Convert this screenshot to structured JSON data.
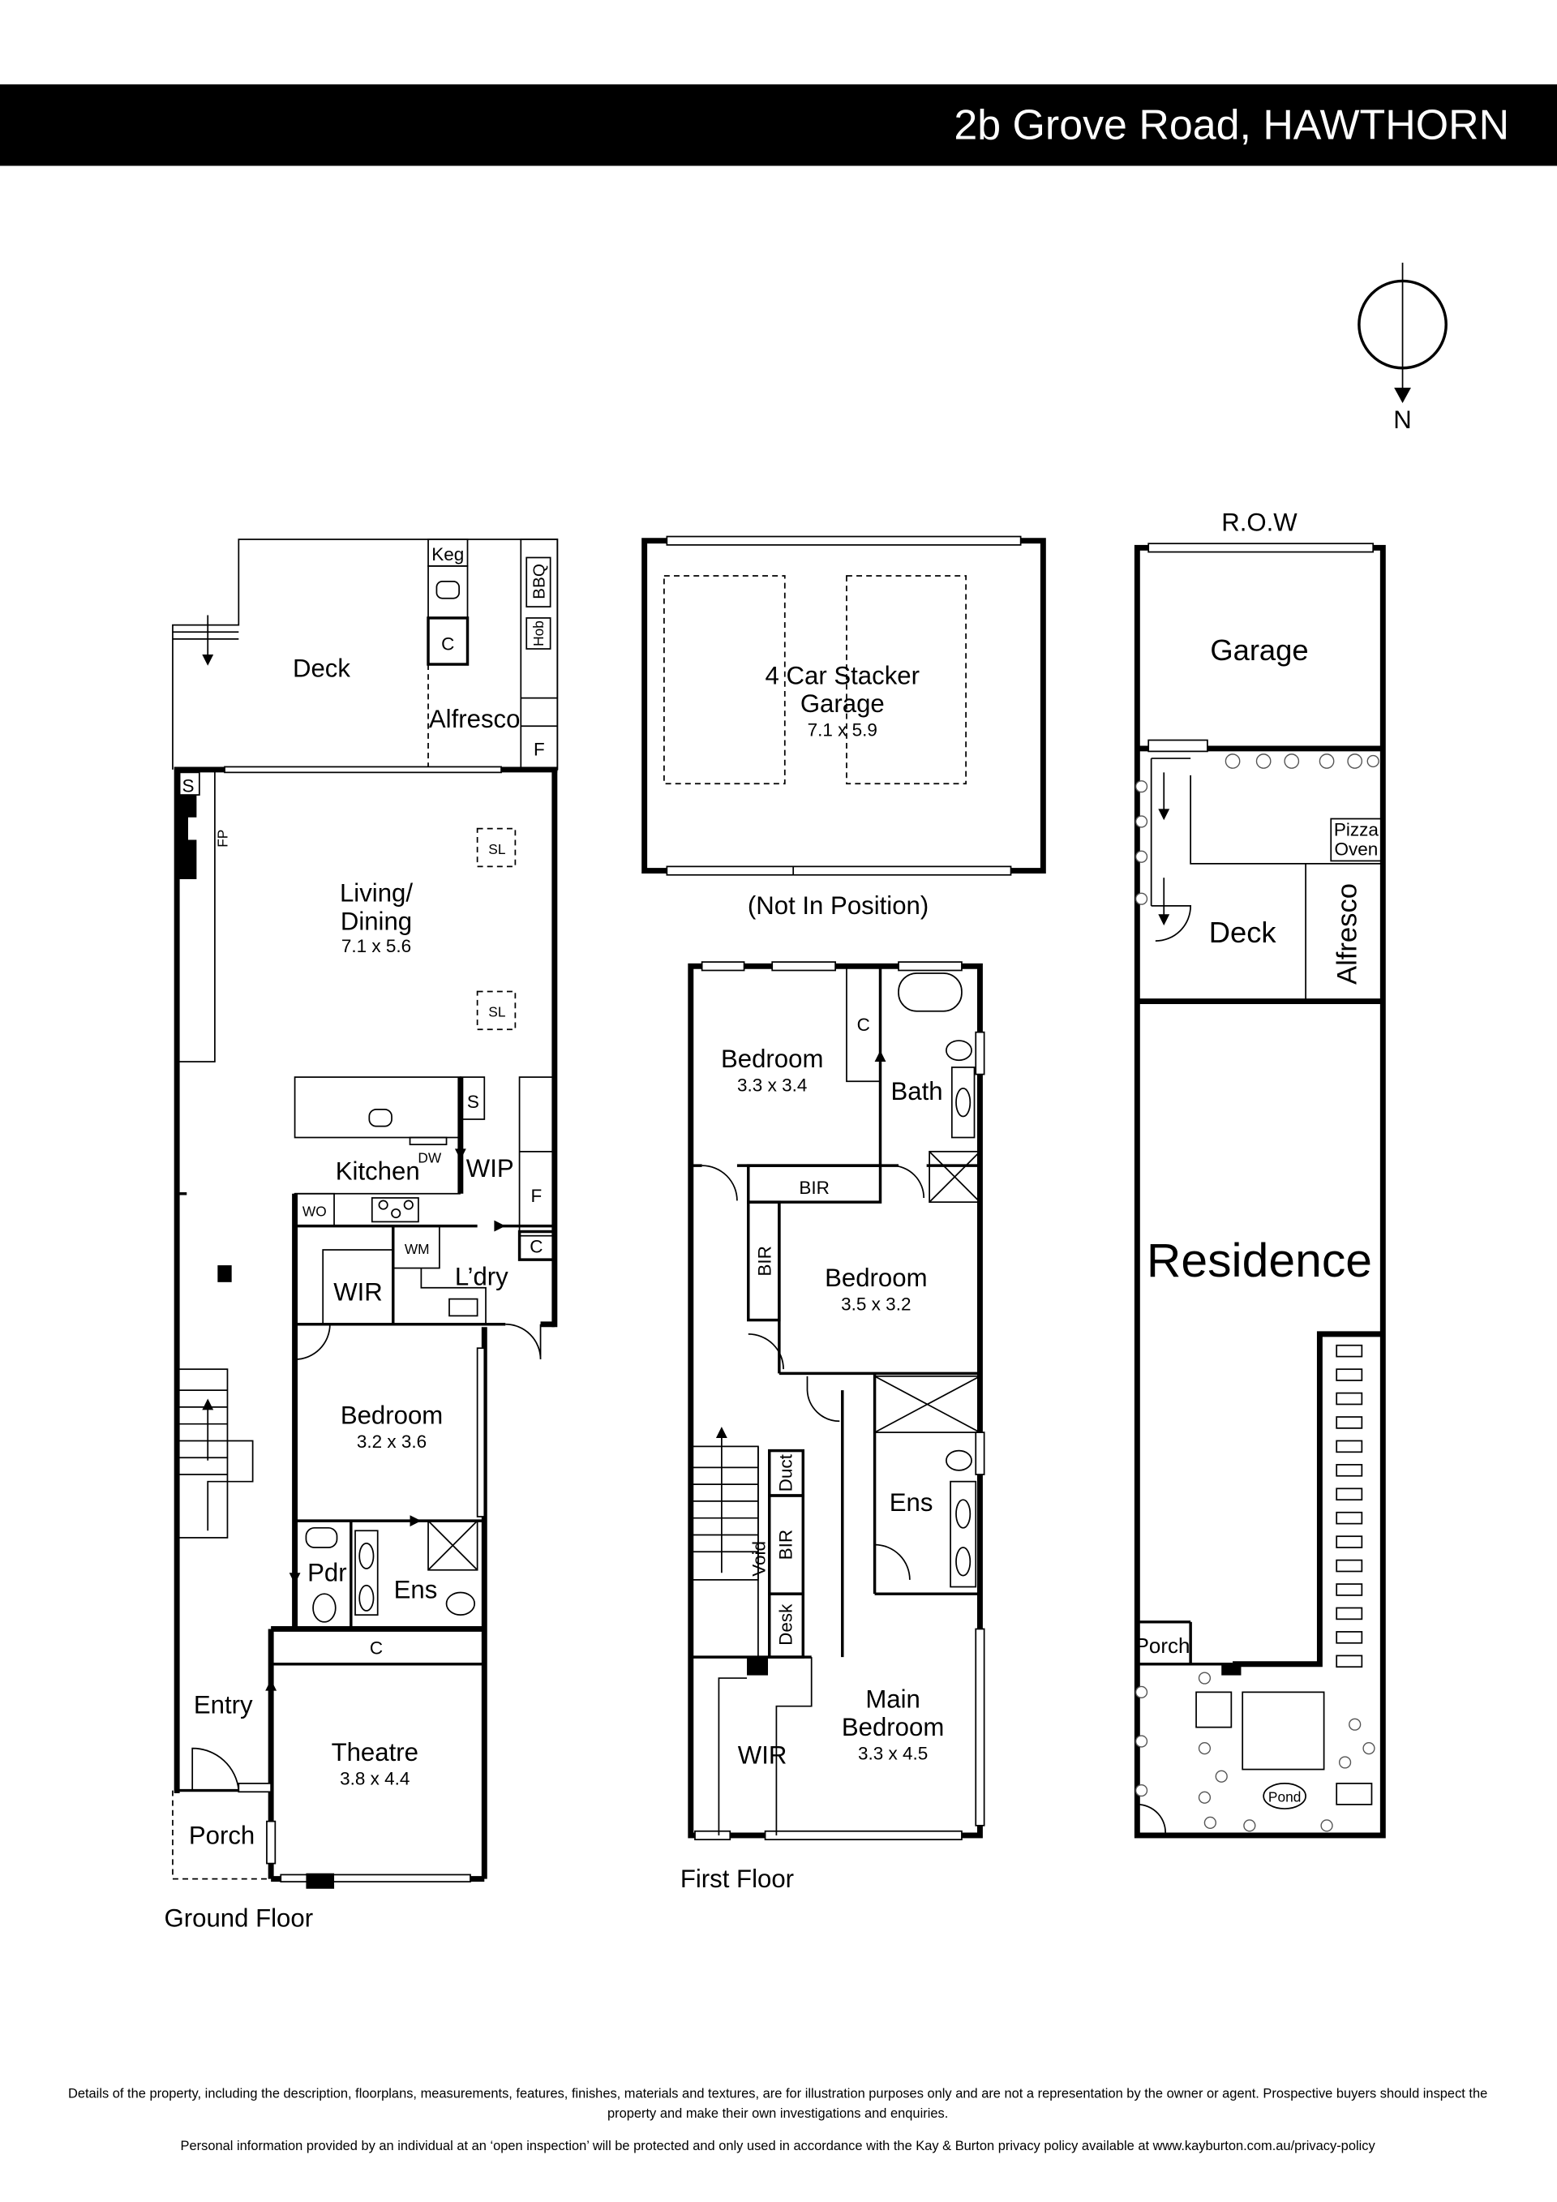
{
  "header": {
    "title": "2b Grove Road, HAWTHORN",
    "bar_color": "#000000"
  },
  "compass": {
    "label": "N"
  },
  "ground_floor": {
    "label": "Ground Floor",
    "rooms": {
      "deck": "Deck",
      "alfresco": "Alfresco",
      "keg": "Keg",
      "c1": "C",
      "bbq": "BBQ",
      "hob": "Hob",
      "f1": "F",
      "s1": "S",
      "fp": "FP",
      "living1": "Living/",
      "living2": "Dining",
      "living_dim": "7.1 x 5.6",
      "sl": "SL",
      "s2": "S",
      "kitchen": "Kitchen",
      "dw": "DW",
      "wip": "WIP",
      "f2": "F",
      "c2": "C",
      "wo": "WO",
      "wm": "WM",
      "laundry": "L’dry",
      "wir": "WIR",
      "bedroom": "Bedroom",
      "bedroom_dim": "3.2 x 3.6",
      "pdr": "Pdr",
      "ens": "Ens",
      "c3": "C",
      "entry": "Entry",
      "theatre": "Theatre",
      "theatre_dim": "3.8 x 4.4",
      "porch": "Porch"
    }
  },
  "garage_plan": {
    "line1": "4 Car Stacker",
    "line2": "Garage",
    "dim": "7.1 x 5.9",
    "note": "(Not In Position)"
  },
  "first_floor": {
    "label": "First Floor",
    "rooms": {
      "bedroom1": "Bedroom",
      "bedroom1_dim": "3.3 x 3.4",
      "c": "C",
      "bath": "Bath",
      "bir1": "BIR",
      "bir2": "BIR",
      "bedroom2": "Bedroom",
      "bedroom2_dim": "3.5 x 3.2",
      "ens": "Ens",
      "duct": "Duct",
      "bir3": "BIR",
      "void": "Void",
      "desk": "Desk",
      "wir": "WIR",
      "main1": "Main",
      "main2": "Bedroom",
      "main_dim": "3.3 x 4.5"
    }
  },
  "site_plan": {
    "row": "R.O.W",
    "garage": "Garage",
    "pizza1": "Pizza",
    "pizza2": "Oven",
    "deck": "Deck",
    "alfresco": "Alfresco",
    "residence": "Residence",
    "porch": "Porch",
    "pond": "Pond"
  },
  "footer": {
    "disclaimer1": "Details of the property, including the description, floorplans, measurements, features, finishes, materials and textures, are for illustration purposes only and are not a representation by the owner or agent.  Prospective buyers should inspect the",
    "disclaimer2": "property and make their own investigations and enquiries.",
    "privacy": "Personal information provided by an individual at an ‘open inspection’ will be protected and only used in accordance with the Kay & Burton privacy policy available at www.kayburton.com.au/privacy-policy"
  }
}
